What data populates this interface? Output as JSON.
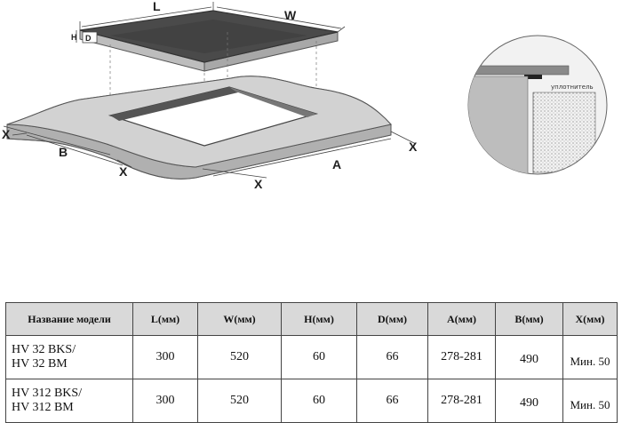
{
  "diagram": {
    "labels": {
      "L": "L",
      "W": "W",
      "H": "H",
      "D": "D",
      "A": "A",
      "B": "B",
      "X": "X"
    },
    "detail_label": "уплотнитель"
  },
  "table": {
    "headers": [
      "Название модели",
      "L(мм)",
      "W(мм)",
      "H(мм)",
      "D(мм)",
      "A(мм)",
      "B(мм)",
      "X(мм)"
    ],
    "rows": [
      {
        "model_line1": "HV 32 BKS/",
        "model_line2": "HV 32 BM",
        "L": "300",
        "W": "520",
        "H": "60",
        "D": "66",
        "A": "278-281",
        "B": "490",
        "X": "Мин. 50"
      },
      {
        "model_line1": "HV 312 BKS/",
        "model_line2": "HV 312 BM",
        "L": "300",
        "W": "520",
        "H": "60",
        "D": "66",
        "A": "278-281",
        "B": "490",
        "X": "Мин. 50"
      }
    ]
  }
}
